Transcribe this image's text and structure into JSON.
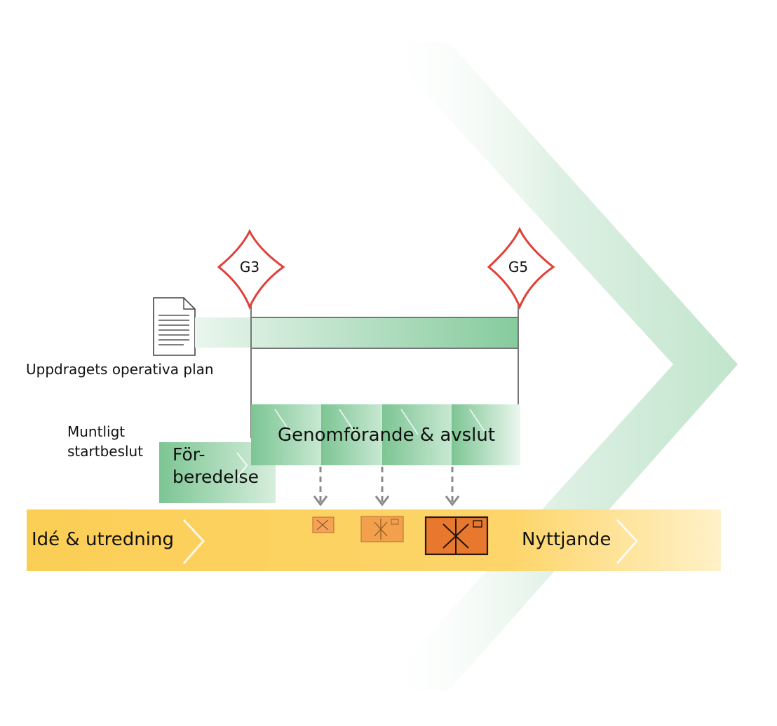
{
  "document": {
    "label": "Uppdragets operativa plan"
  },
  "gates": [
    {
      "id": "G3",
      "label": "G3"
    },
    {
      "id": "G5",
      "label": "G5"
    }
  ],
  "start_decision": {
    "line1": "Muntligt",
    "line2": "startbeslut"
  },
  "phases": {
    "preparation": {
      "line1": "För-",
      "line2": "beredelse"
    },
    "execution": {
      "label": "Genomförande & avslut"
    },
    "idea": {
      "label": "Idé & utredning"
    },
    "benefit": {
      "label": "Nyttjande"
    }
  },
  "colors": {
    "green_dark": "#7fc796",
    "green_light": "#e4f4ea",
    "yellow": "#fdd56a",
    "gate_red": "#e0403a",
    "package_orange": "#e8782e",
    "arrow_gray": "#8a8a8a"
  }
}
